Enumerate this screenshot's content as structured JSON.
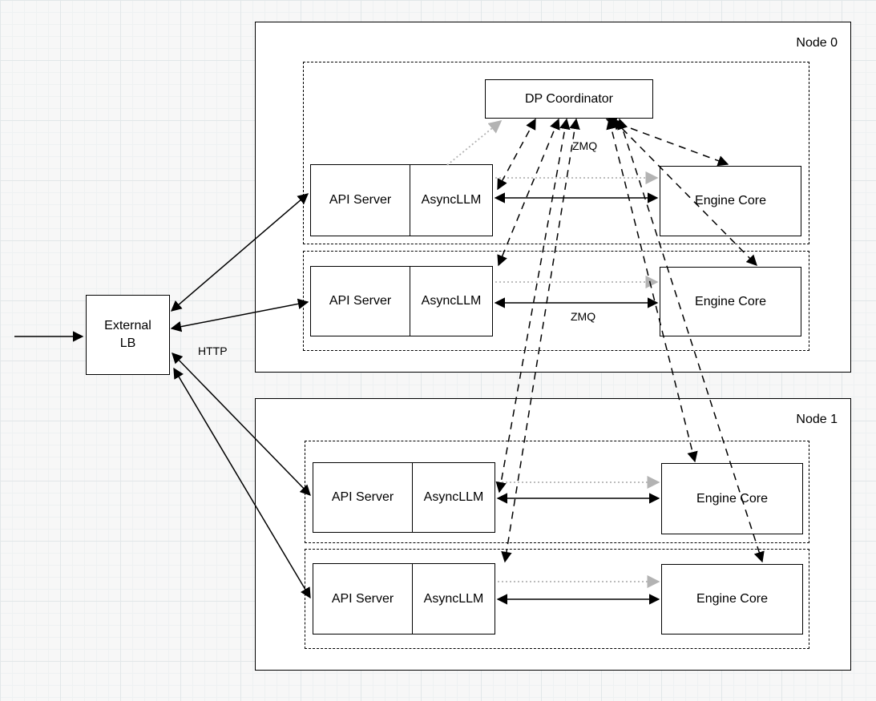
{
  "diagram": {
    "node0_label": "Node 0",
    "node1_label": "Node 1",
    "external_lb_label": "External\nLB",
    "dp_coordinator_label": "DP Coordinator",
    "api_server_label": "API Server",
    "asyncllm_label": "AsyncLLM",
    "engine_core_label": "Engine Core",
    "http_label": "HTTP",
    "zmq_label": "ZMQ"
  },
  "colors": {
    "stroke": "#000000",
    "box_fill": "#ffffff",
    "dotted_connector": "#b3b3b3",
    "canvas_background": "#f7f7f7",
    "grid_line": "#e2e7e9"
  }
}
